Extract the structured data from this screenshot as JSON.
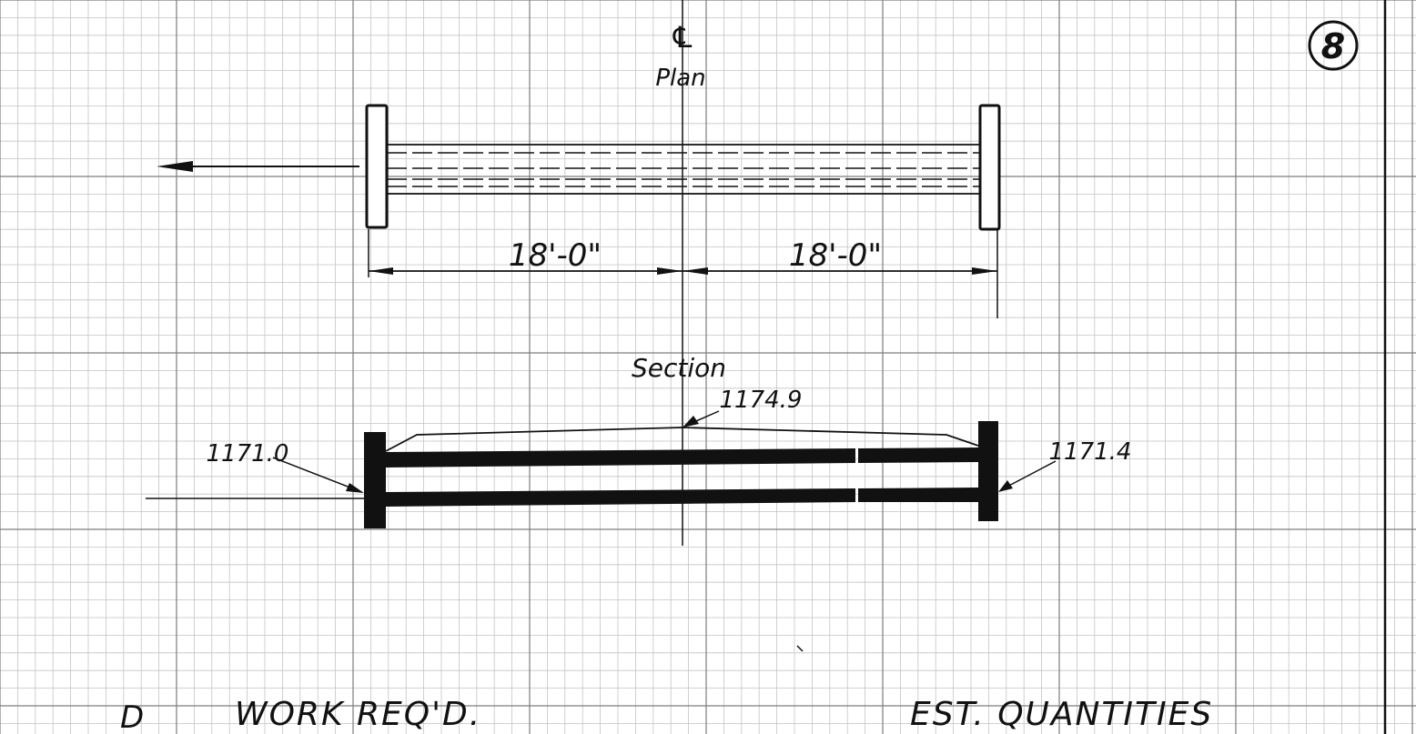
{
  "sheet_number": "8",
  "centerline_symbol": "℄",
  "plan": {
    "label": "Plan",
    "dim_left": "18'-0\"",
    "dim_right": "18'-0\""
  },
  "section": {
    "label": "Section",
    "elev_left": "1171.0",
    "elev_center": "1174.9",
    "elev_right": "1171.4"
  },
  "footer": {
    "work_label": "WORK REQ'D.",
    "quantities_label": "EST. QUANTITIES"
  },
  "colors": {
    "ink": "#111111",
    "grid_minor": "#c4c4c4",
    "grid_major": "#7d7d7d",
    "paper": "#ffffff"
  }
}
